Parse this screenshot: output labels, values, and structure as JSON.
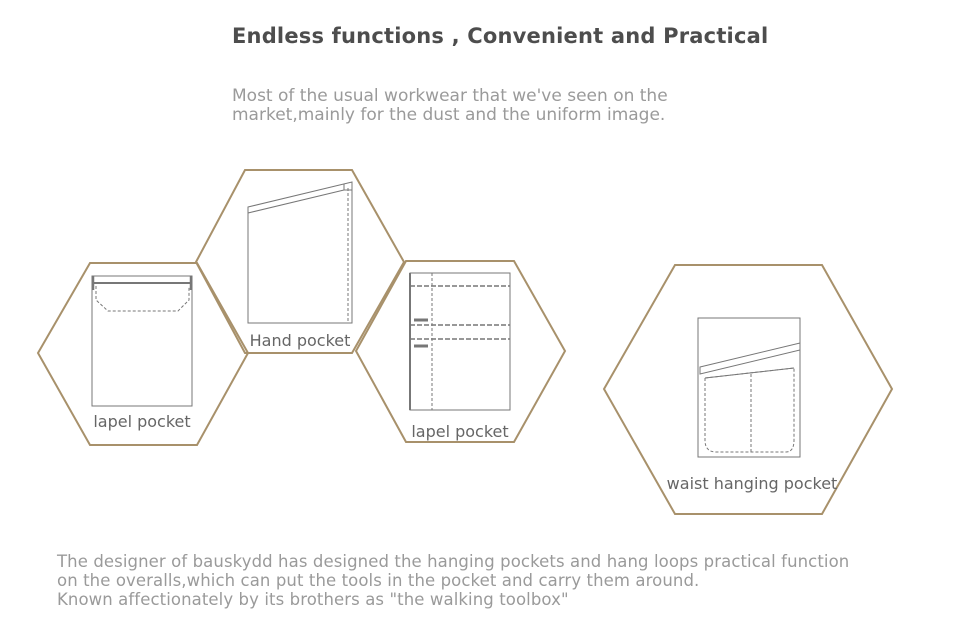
{
  "heading": "Endless functions , Convenient and Practical",
  "intro": [
    "Most of the usual workwear that  we've seen on the",
    "market,mainly for the dust and the uniform image."
  ],
  "pockets": [
    {
      "label": "lapel pocket"
    },
    {
      "label": "Hand pocket"
    },
    {
      "label": "lapel pocket"
    },
    {
      "label": "waist hanging pocket"
    }
  ],
  "footer": [
    "The designer of bauskydd has designed the hanging pockets and hang loops practical function",
    "on the overalls,which can put the tools in the pocket and carry them around.",
    "Known affectionately by its brothers as \"the walking toolbox\""
  ],
  "colors": {
    "hexagon_outline": "#a8916b",
    "heading_text": "#4d4d4d",
    "body_text": "#9a9a9a",
    "sketch_line": "#777777"
  }
}
